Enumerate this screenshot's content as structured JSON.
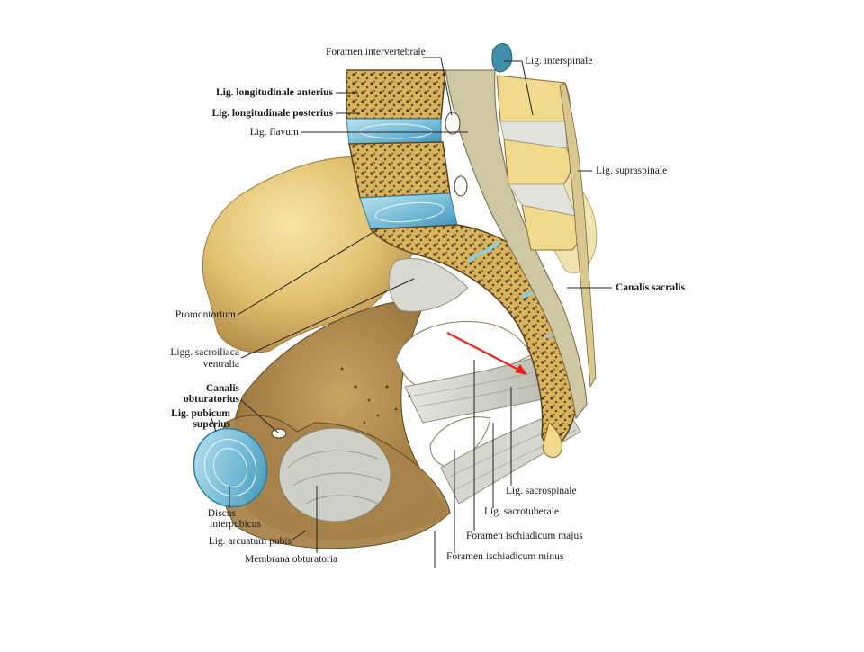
{
  "labels": {
    "foramen_intervertebrale": "Foramen intervertebrale",
    "lig_interspinale": "Lig. interspinale",
    "lig_long_anterius": "Lig. longitudinale anterius",
    "lig_long_posterius": "Lig. longitudinale posterius",
    "lig_flavum": "Lig. flavum",
    "lig_supraspinale": "Lig. supraspinale",
    "canalis_sacralis": "Canalis sacralis",
    "promontorium": "Promontorium",
    "ligg_sacroiliaca_1": "Ligg. sacroiliaca",
    "ligg_sacroiliaca_2": "ventralia",
    "canalis_obturatorius_1": "Canalis",
    "canalis_obturatorius_2": "obturatorius",
    "lig_pubicum_1": "Lig. pubicum",
    "lig_pubicum_2": "superius",
    "discus_1": "Discus",
    "discus_2": "interpubicus",
    "lig_arcuatum": "Lig. arcuatum pubis",
    "membrana": "Membrana obturatoria",
    "lig_sacrospinale": "Lig. sacrospinale",
    "lig_sacrotuberale": "Lig. sacrotuberale",
    "foramen_majus": "Foramen ischiadicum majus",
    "foramen_minus": "Foramen ischiadicum minus"
  },
  "colors": {
    "bone_light": "#f0d98a",
    "bone_mid": "#d9b566",
    "bone_dark": "#8a6a38",
    "disc_blue": "#8fcbe0",
    "ligament_gray": "#cfcfc6",
    "arrow_red": "#e8231e",
    "line": "#222222"
  }
}
